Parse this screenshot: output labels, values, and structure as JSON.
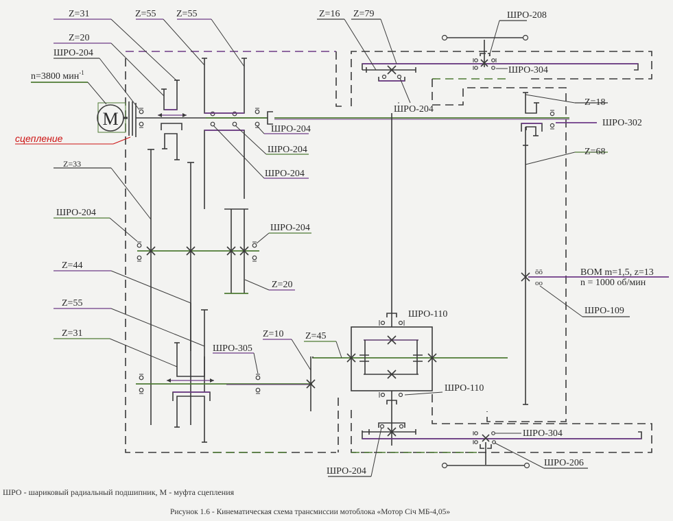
{
  "figure": {
    "caption": "Рисунок 1.6 - Кинематическая схема трансмиссии мотоблока «Мотор Січ МБ-4,05»",
    "legend": "ШРО - шариковый радиальный подшипник, М - муфта сцепления"
  },
  "motor": {
    "symbol": "M",
    "speed_label": "n=3800 мин",
    "speed_superscript": "-1",
    "clutch_label": "сцепление"
  },
  "gear_labels": {
    "z31_top": "Z=31",
    "z55_a": "Z=55",
    "z55_b": "Z=55",
    "z20_top": "Z=20",
    "z33": "Z=33",
    "z44": "Z=44",
    "z55_low": "Z=55",
    "z31_low": "Z=31",
    "z20_mid": "Z=20",
    "z10": "Z=10",
    "z45": "Z=45",
    "z16": "Z=16",
    "z79": "Z=79",
    "z18": "Z=18",
    "z68": "Z=68"
  },
  "bearing_labels": {
    "b204_input": "ШРО-204",
    "b204_shaft_a": "ШРО-204",
    "b204_shaft_b": "ШРО-204",
    "b204_shaft_c": "ШРО-204",
    "b204_inter_left": "ШРО-204",
    "b204_inter_right": "ШРО-204",
    "b305": "ШРО-305",
    "b204_upper_final": "ШРО-204",
    "b208": "ШРО-208",
    "b304_top": "ШРО-304",
    "b302": "ШРО-302",
    "b109": "ШРО-109",
    "b110_top": "ШРО-110",
    "b110_bottom": "ШРО-110",
    "b304_bottom": "ШРО-304",
    "b206": "ШРО-206",
    "b204_lower_final": "ШРО-204"
  },
  "pto": {
    "label": "ВОМ  m=1,5, z=13",
    "speed": "n = 1000 об/мин"
  }
}
